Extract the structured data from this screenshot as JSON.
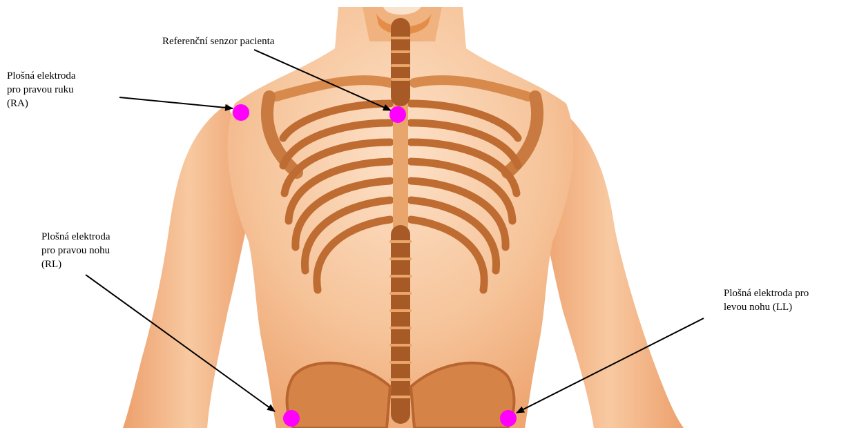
{
  "labels": {
    "reference_sensor": "Referenční senzor pacienta",
    "right_arm": [
      "Plošná elektroda",
      "pro pravou ruku",
      "(RA)"
    ],
    "right_leg": [
      "Plošná elektroda",
      "pro pravou nohu",
      "(RL)"
    ],
    "left_leg": [
      "Plošná elektroda pro",
      "levou nohu (LL)"
    ]
  },
  "colors": {
    "electrode": "#ff00ff",
    "arrow": "#000000",
    "skin": "#f6c49a",
    "bone": "#c8763c"
  }
}
